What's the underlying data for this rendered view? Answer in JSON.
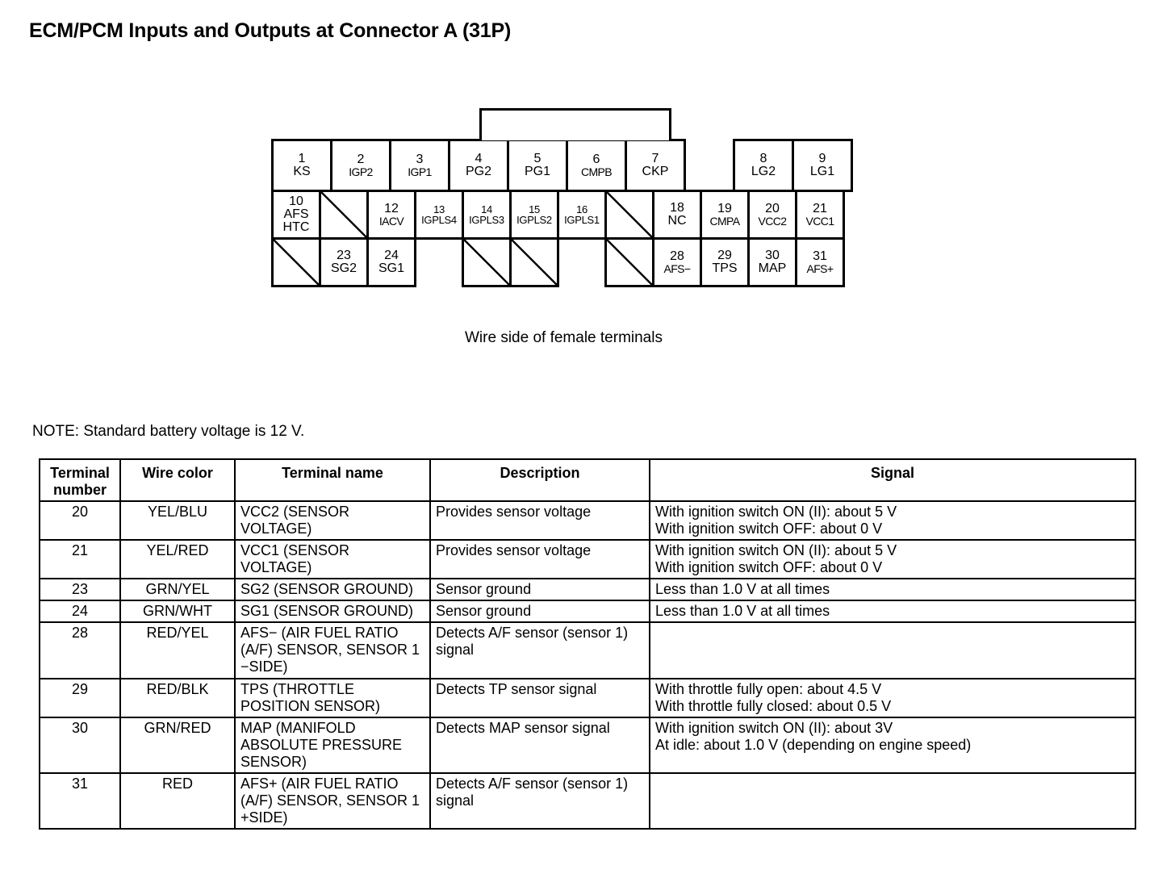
{
  "title": "ECM/PCM Inputs and Outputs at Connector A (31P)",
  "diagram": {
    "caption": "Wire side of female terminals",
    "rows": [
      [
        {
          "num": "1",
          "name": "KS"
        },
        {
          "num": "2",
          "name": "IGP2"
        },
        {
          "num": "3",
          "name": "IGP1"
        },
        {
          "num": "4",
          "name": "PG2"
        },
        {
          "num": "5",
          "name": "PG1"
        },
        {
          "num": "6",
          "name": "CMPB"
        },
        {
          "num": "7",
          "name": "CKP"
        },
        {
          "type": "gap"
        },
        {
          "num": "8",
          "name": "LG2"
        },
        {
          "num": "9",
          "name": "LG1"
        }
      ],
      [
        {
          "num": "10",
          "name": "AFS",
          "name2": "HTC"
        },
        {
          "type": "blank"
        },
        {
          "num": "12",
          "name": "IACV"
        },
        {
          "num": "13",
          "name": "IGPLS4"
        },
        {
          "num": "14",
          "name": "IGPLS3"
        },
        {
          "num": "15",
          "name": "IGPLS2"
        },
        {
          "num": "16",
          "name": "IGPLS1"
        },
        {
          "type": "blank"
        },
        {
          "num": "18",
          "name": "NC"
        },
        {
          "num": "19",
          "name": "CMPA"
        },
        {
          "num": "20",
          "name": "VCC2"
        },
        {
          "num": "21",
          "name": "VCC1"
        }
      ],
      [
        {
          "type": "blank"
        },
        {
          "num": "23",
          "name": "SG2"
        },
        {
          "num": "24",
          "name": "SG1"
        },
        {
          "type": "gap"
        },
        {
          "type": "blank"
        },
        {
          "type": "blank"
        },
        {
          "type": "gap"
        },
        {
          "type": "blank"
        },
        {
          "num": "28",
          "name": "AFS−"
        },
        {
          "num": "29",
          "name": "TPS"
        },
        {
          "num": "30",
          "name": "MAP"
        },
        {
          "num": "31",
          "name": "AFS+"
        }
      ]
    ]
  },
  "note": "NOTE: Standard battery voltage is 12 V.",
  "table": {
    "headers": [
      "Terminal\nnumber",
      "Wire color",
      "Terminal name",
      "Description",
      "Signal"
    ],
    "header_terminal_number_l1": "Terminal",
    "header_terminal_number_l2": "number",
    "header_wire_color": "Wire color",
    "header_terminal_name": "Terminal name",
    "header_description": "Description",
    "header_signal": "Signal",
    "rows": [
      {
        "terminal": "20",
        "wire_color": "YEL/BLU",
        "terminal_name": "VCC2 (SENSOR VOLTAGE)",
        "description": "Provides sensor voltage",
        "signal_lines": [
          "With ignition switch ON (II): about 5 V",
          "With ignition switch OFF: about 0 V"
        ]
      },
      {
        "terminal": "21",
        "wire_color": "YEL/RED",
        "terminal_name": "VCC1 (SENSOR VOLTAGE)",
        "description": "Provides sensor voltage",
        "signal_lines": [
          "With ignition switch ON (II): about 5 V",
          "With ignition switch OFF: about 0 V"
        ]
      },
      {
        "terminal": "23",
        "wire_color": "GRN/YEL",
        "terminal_name": "SG2 (SENSOR GROUND)",
        "description": "Sensor ground",
        "signal_lines": [
          "Less than 1.0 V at all times"
        ]
      },
      {
        "terminal": "24",
        "wire_color": "GRN/WHT",
        "terminal_name": "SG1 (SENSOR GROUND)",
        "description": "Sensor ground",
        "signal_lines": [
          "Less than 1.0 V at all times"
        ]
      },
      {
        "terminal": "28",
        "wire_color": "RED/YEL",
        "terminal_name": "AFS− (AIR FUEL RATIO (A/F) SENSOR, SENSOR 1 −SIDE)",
        "description": "Detects A/F sensor (sensor 1) signal",
        "signal_lines": []
      },
      {
        "terminal": "29",
        "wire_color": "RED/BLK",
        "terminal_name": "TPS (THROTTLE POSITION SENSOR)",
        "description": "Detects TP sensor signal",
        "signal_lines": [
          "With throttle fully open: about 4.5 V",
          "With throttle fully closed: about 0.5 V"
        ]
      },
      {
        "terminal": "30",
        "wire_color": "GRN/RED",
        "terminal_name": "MAP (MANIFOLD ABSOLUTE PRESSURE SENSOR)",
        "description": "Detects MAP sensor signal",
        "signal_lines": [
          "With ignition switch ON (II): about 3V",
          "At idle: about 1.0 V (depending on engine speed)"
        ]
      },
      {
        "terminal": "31",
        "wire_color": "RED",
        "terminal_name": "AFS+ (AIR FUEL RATIO (A/F) SENSOR, SENSOR 1 +SIDE)",
        "description": "Detects A/F sensor (sensor 1) signal",
        "signal_lines": []
      }
    ]
  }
}
